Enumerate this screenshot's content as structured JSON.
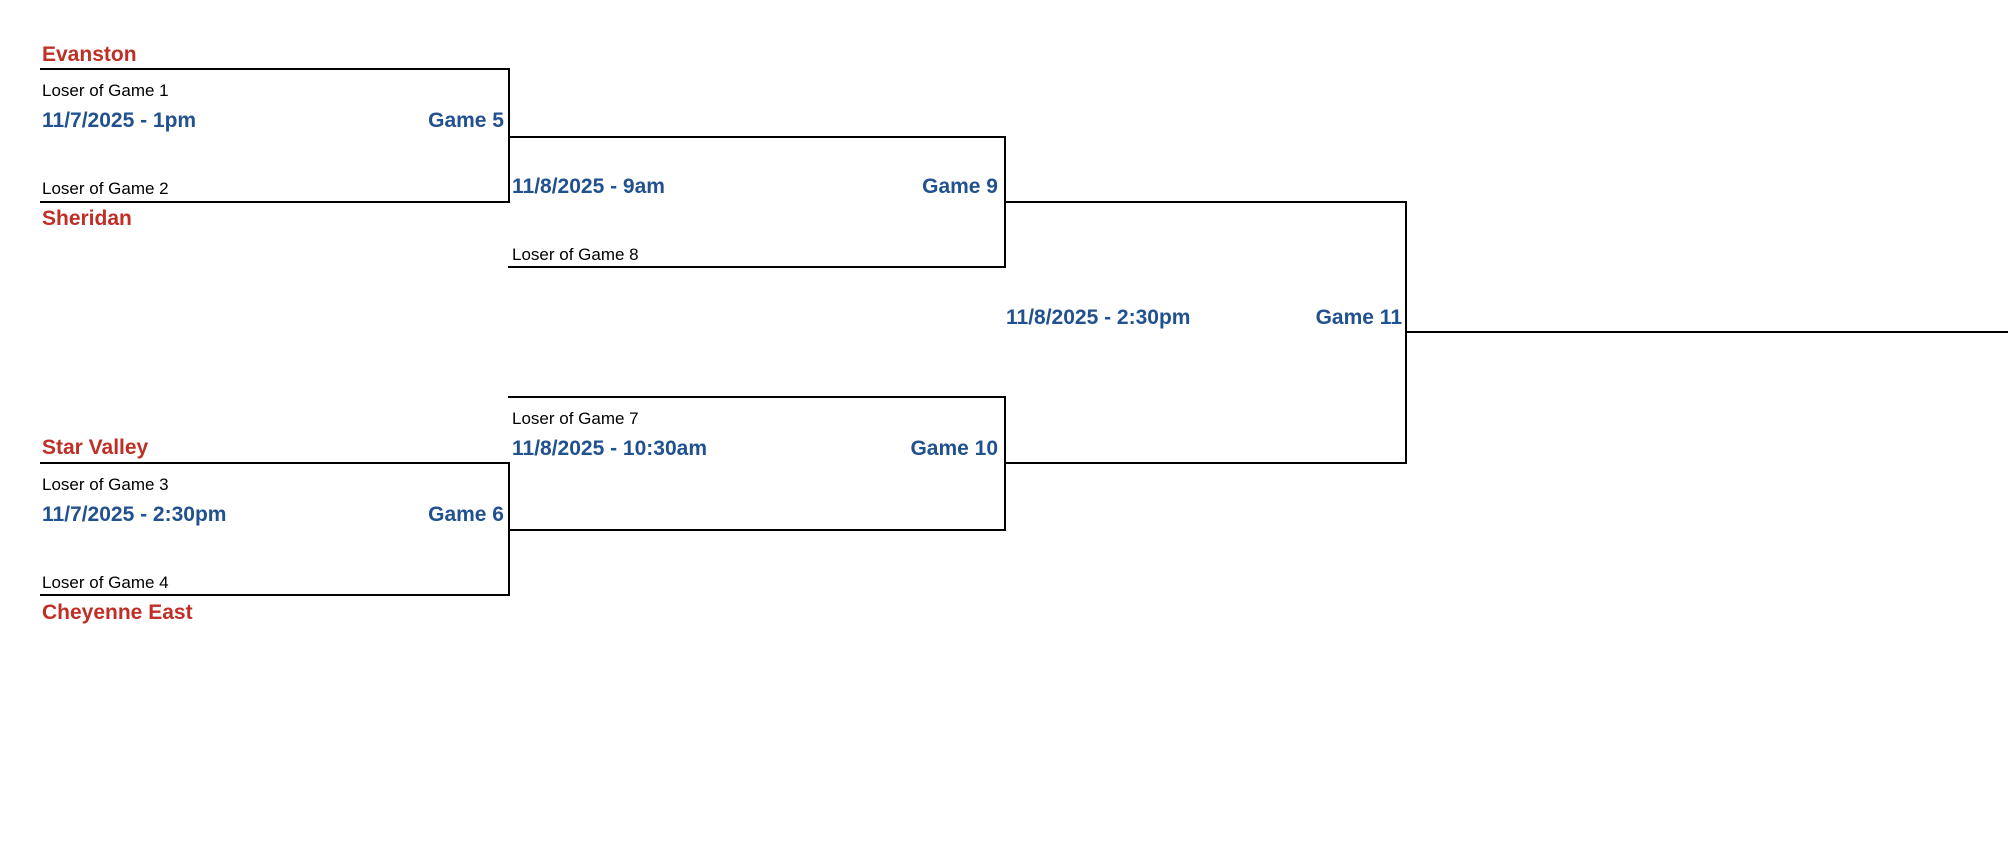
{
  "bracket": {
    "colors": {
      "team": "#bf2f26",
      "accent": "#21518f",
      "line": "#000000",
      "background": "#ffffff"
    },
    "matchups": [
      {
        "id": "game-5",
        "game_label": "Game 5",
        "datetime": "11/7/2025 - 1pm",
        "top_team": "Evanston",
        "top_seed": "Loser of Game 1",
        "bottom_seed": "Loser of Game 2",
        "bottom_team": "Sheridan"
      },
      {
        "id": "game-6",
        "game_label": "Game 6",
        "datetime": "11/7/2025 - 2:30pm",
        "top_team": "Star Valley",
        "top_seed": "Loser of Game 3",
        "bottom_seed": "Loser of Game 4",
        "bottom_team": "Cheyenne East"
      },
      {
        "id": "game-9",
        "game_label": "Game 9",
        "datetime": "11/8/2025 - 9am",
        "top_seed": "",
        "bottom_seed": "Loser of Game 8"
      },
      {
        "id": "game-10",
        "game_label": "Game 10",
        "datetime": "11/8/2025 - 10:30am",
        "top_seed": "Loser of Game 7",
        "bottom_seed": ""
      },
      {
        "id": "game-11",
        "game_label": "Game 11",
        "datetime": "11/8/2025 - 2:30pm",
        "top_seed": "",
        "bottom_seed": ""
      }
    ]
  }
}
